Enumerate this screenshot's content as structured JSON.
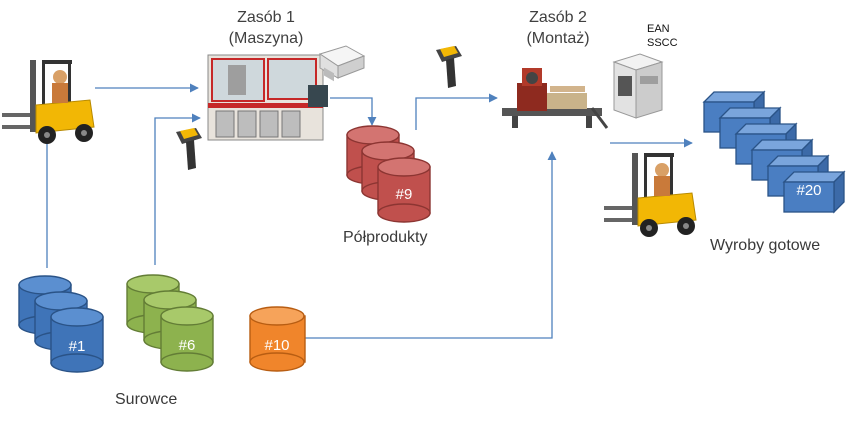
{
  "resources": {
    "r1": {
      "title": "Zasób 1",
      "subtitle": "(Maszyna)"
    },
    "r2": {
      "title": "Zasób 2",
      "subtitle": "(Montaż)"
    }
  },
  "label_codes": {
    "line1": "EAN",
    "line2": "SSCC"
  },
  "groups": {
    "raw": {
      "caption": "Surowce",
      "items": [
        "#1",
        "#6",
        "#10"
      ]
    },
    "semi": {
      "caption": "Półprodukty",
      "items": [
        "#9"
      ]
    },
    "finished": {
      "caption": "Wyroby gotowe",
      "items": [
        "#20"
      ]
    }
  },
  "colors": {
    "raw_blue": "#3f74b8",
    "raw_green": "#8db24e",
    "raw_orange": "#f0852b",
    "semi_red": "#c0504d",
    "finished_blue": "#4a7ec2",
    "flow_line": "#4f81bd"
  }
}
